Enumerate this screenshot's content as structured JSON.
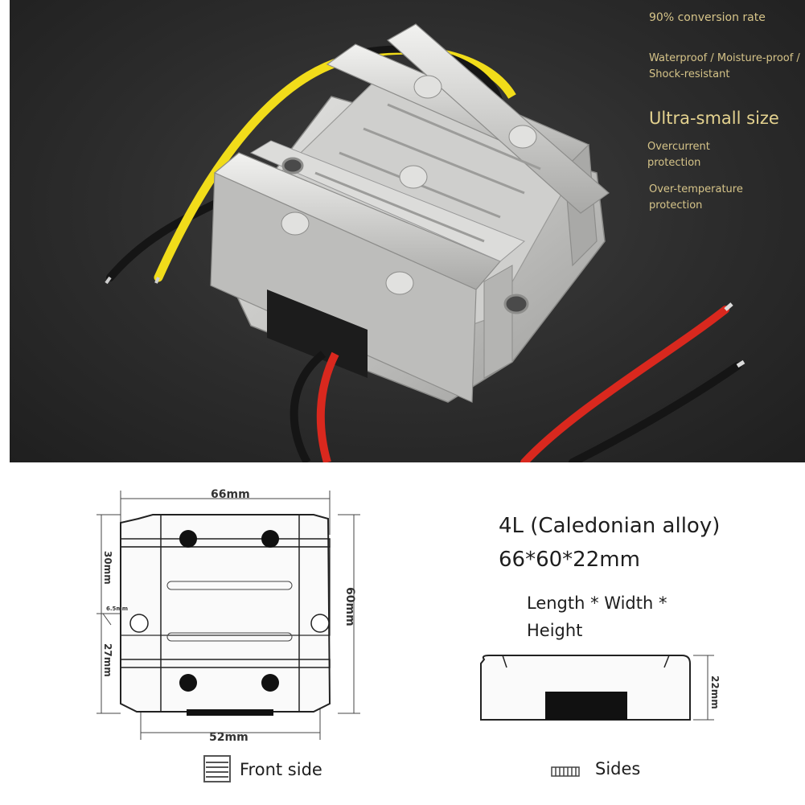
{
  "features": {
    "conversion": "90% conversion rate",
    "waterproof": "Waterproof / Moisture-proof /\n Shock-resistant",
    "size": "Ultra-small size",
    "overcurrent": "Overcurrent\nprotection",
    "overtemp": "Over-temperature\n protection"
  },
  "front_drawing": {
    "width_top": "66mm",
    "width_bottom": "52mm",
    "height_right": "60mm",
    "height_upper": "30mm",
    "height_lower": "27mm",
    "hole": "6.5mm"
  },
  "side_drawing": {
    "height": "22mm"
  },
  "spec": {
    "main": "4L (Caledonian alloy) 66*60*22mm",
    "sub": "Length * Width * Height"
  },
  "captions": {
    "front": "Front side",
    "sides": "Sides"
  },
  "colors": {
    "feature_text": "#d6c489",
    "photo_background": "#2c2c2c",
    "wire_yellow": "#f1dc1a",
    "wire_red": "#d9281e",
    "wire_black": "#1a1a1a"
  }
}
